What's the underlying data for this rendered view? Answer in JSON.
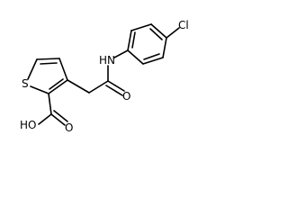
{
  "molecule": {
    "atoms": {
      "sulfur": "S",
      "hydroxyl": "HO",
      "carbonyl_o_acid": "O",
      "amide_nh": "HN",
      "carbonyl_o_amide": "O",
      "chlorine": "Cl"
    },
    "colors": {
      "bond": "#000000",
      "label": "#000000",
      "background": "#ffffff"
    }
  }
}
